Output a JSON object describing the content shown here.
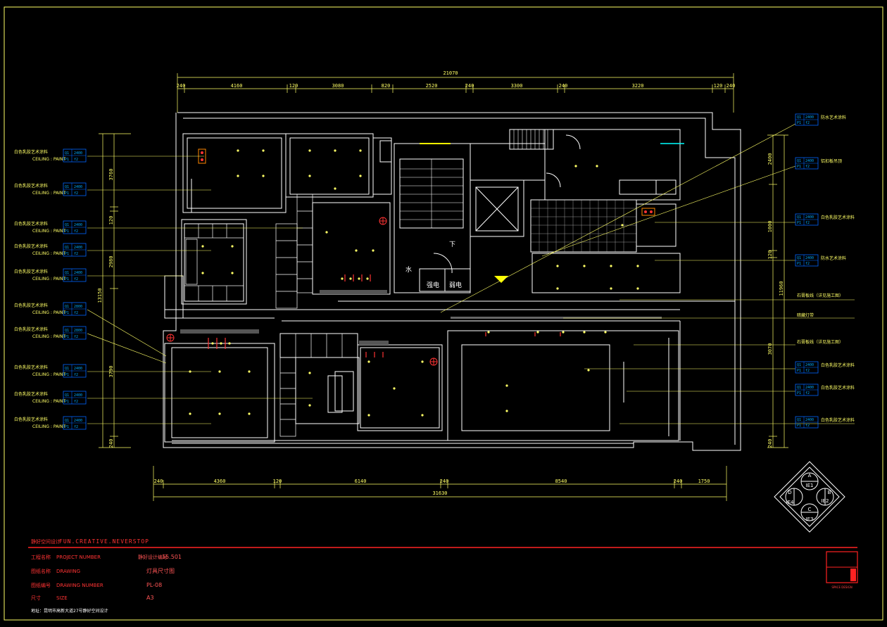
{
  "drawing": {
    "overall_top_dim": "21070",
    "top_dims": [
      "240",
      "4160",
      "120",
      "3080",
      "820",
      "2520",
      "240",
      "3300",
      "240",
      "3220",
      "120",
      "240"
    ],
    "overall_bottom_dim": "31630",
    "bottom_dims": [
      "240",
      "4360",
      "120",
      "6140",
      "240",
      "8540",
      "240",
      "1750"
    ],
    "left_dims": [
      "3760",
      "120",
      "2980",
      "3790",
      "240"
    ],
    "left_total": "13150",
    "right_dims": [
      "2400",
      "1000",
      "120",
      "3070",
      "240"
    ],
    "right_total": "11960",
    "rooms": {
      "stair_down": "下",
      "water": "水",
      "strong_electric": "强电",
      "weak_electric": "弱电"
    },
    "left_labels": [
      {
        "text": "白色乳胶艺术涂料",
        "tag1": "Q1",
        "tag2": "2400",
        "tag3": "P1",
        "tag4": "f2",
        "sub": "CEILING : PAINT"
      },
      {
        "text": "白色乳胶艺术涂料",
        "tag1": "Q1",
        "tag2": "2400",
        "tag3": "P1",
        "tag4": "f2",
        "sub": "CEILING : PAINT"
      },
      {
        "text": "白色乳胶艺术涂料",
        "tag1": "Q1",
        "tag2": "2400",
        "tag3": "P1",
        "tag4": "f2",
        "sub": "CEILING : PAINT"
      },
      {
        "text": "白色乳胶艺术涂料",
        "tag1": "Q1",
        "tag2": "2400",
        "tag3": "P1",
        "tag4": "f2",
        "sub": "CEILING : PAINT"
      },
      {
        "text": "白色乳胶艺术涂料",
        "tag1": "Q1",
        "tag2": "2400",
        "tag3": "P1",
        "tag4": "f2",
        "sub": "CEILING : PAINT"
      },
      {
        "text": "白色乳胶艺术涂料",
        "tag1": "Q1",
        "tag2": "2800",
        "tag3": "P1",
        "tag4": "f2",
        "sub": "CEILING : PAINT"
      },
      {
        "text": "白色乳胶艺术涂料",
        "tag1": "Q1",
        "tag2": "2800",
        "tag3": "P1",
        "tag4": "f2",
        "sub": "CEILING : PAINT"
      },
      {
        "text": "白色乳胶艺术涂料",
        "tag1": "Q1",
        "tag2": "2400",
        "tag3": "P1",
        "tag4": "f2",
        "sub": "CEILING : PAINT"
      },
      {
        "text": "白色乳胶艺术涂料",
        "tag1": "Q1",
        "tag2": "2400",
        "tag3": "P1",
        "tag4": "f2",
        "sub": "CEILING : PAINT"
      },
      {
        "text": "白色乳胶艺术涂料",
        "tag1": "Q1",
        "tag2": "2400",
        "tag3": "P1",
        "tag4": "f2",
        "sub": "CEILING : PAINT"
      }
    ],
    "right_labels": [
      {
        "text": "防水艺术涂料",
        "tag1": "Q1",
        "tag2": "2400",
        "tag3": "P1",
        "tag4": "f2"
      },
      {
        "text": "铝扣板吊顶",
        "tag1": "Q1",
        "tag2": "2400",
        "tag3": "P1",
        "tag4": "f2"
      },
      {
        "text": "白色乳胶艺术涂料",
        "tag1": "Q1",
        "tag2": "2400",
        "tag3": "P1",
        "tag4": "f2"
      },
      {
        "text": "防水艺术涂料",
        "tag1": "Q1",
        "tag2": "2400",
        "tag3": "P1",
        "tag4": "f2"
      },
      {
        "text": "石膏板线（详见施工图）"
      },
      {
        "text": "暗藏灯带"
      },
      {
        "text": "石膏板线（详见施工图）"
      },
      {
        "text": "白色乳胶艺术涂料",
        "tag1": "Q1",
        "tag2": "2400",
        "tag3": "P1",
        "tag4": "f2"
      },
      {
        "text": "白色乳胶艺术涂料",
        "tag1": "Q1",
        "tag2": "2400",
        "tag3": "P1",
        "tag4": "f2"
      },
      {
        "text": "白色乳胶艺术涂料",
        "tag1": "Q1",
        "tag2": "2400",
        "tag3": "P1",
        "tag4": "f2"
      },
      {
        "text": "暗藏灯带"
      }
    ],
    "compass": [
      "A",
      "B",
      "C",
      "D",
      "IE1",
      "IE2",
      "IE3",
      "IE4"
    ]
  },
  "title_block": {
    "company": "FUN.CREATIVE.NEVERSTOP",
    "rows": [
      {
        "cn": "工程名称",
        "en": "PROJECT NUMBER",
        "value": "15.501"
      },
      {
        "cn": "图纸名称",
        "en": "DRAWING",
        "value": "灯具尺寸图"
      },
      {
        "cn": "图纸编号",
        "en": "DRAWING NUMBER",
        "value": "PL-08"
      },
      {
        "cn": "尺寸",
        "en": "SIZE",
        "value": "A3"
      }
    ],
    "address": "地址：昆明市高新大道27号静好空间设计",
    "logo_text": "SPACE DESIGN"
  },
  "colors": {
    "wall": "#ffffff",
    "dim": "#ffff66",
    "label": "#ffff66",
    "tag": "#0066ff",
    "red": "#ff2222",
    "grey": "#888888"
  }
}
